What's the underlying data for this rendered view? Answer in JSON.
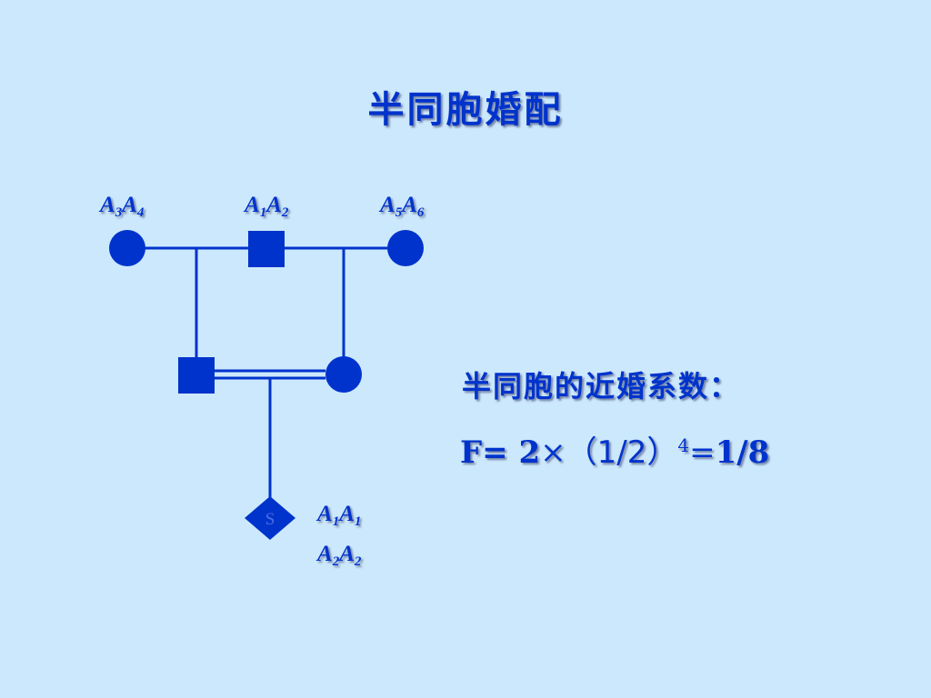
{
  "slide": {
    "title": "半同胞婚配",
    "background": "#cce8fc",
    "accent": "#0033cc"
  },
  "pedigree": {
    "gen1": {
      "left_female": {
        "allele_a": "A",
        "sub_a": "3",
        "allele_b": "A",
        "sub_b": "4"
      },
      "middle_male": {
        "allele_a": "A",
        "sub_a": "1",
        "allele_b": "A",
        "sub_b": "2"
      },
      "right_female": {
        "allele_a": "A",
        "sub_a": "5",
        "allele_b": "A",
        "sub_b": "6"
      }
    },
    "subject": {
      "label": "S",
      "genotype1": {
        "allele_a": "A",
        "sub_a": "1",
        "allele_b": "A",
        "sub_b": "1"
      },
      "genotype2": {
        "allele_a": "A",
        "sub_a": "2",
        "allele_b": "A",
        "sub_b": "2"
      }
    }
  },
  "coefficient": {
    "heading": "半同胞的近婚系数：",
    "lhs": "F= 2",
    "times": "×",
    "fraction": "（1/2）",
    "power": "4",
    "equals": "=",
    "result": "1/8"
  }
}
